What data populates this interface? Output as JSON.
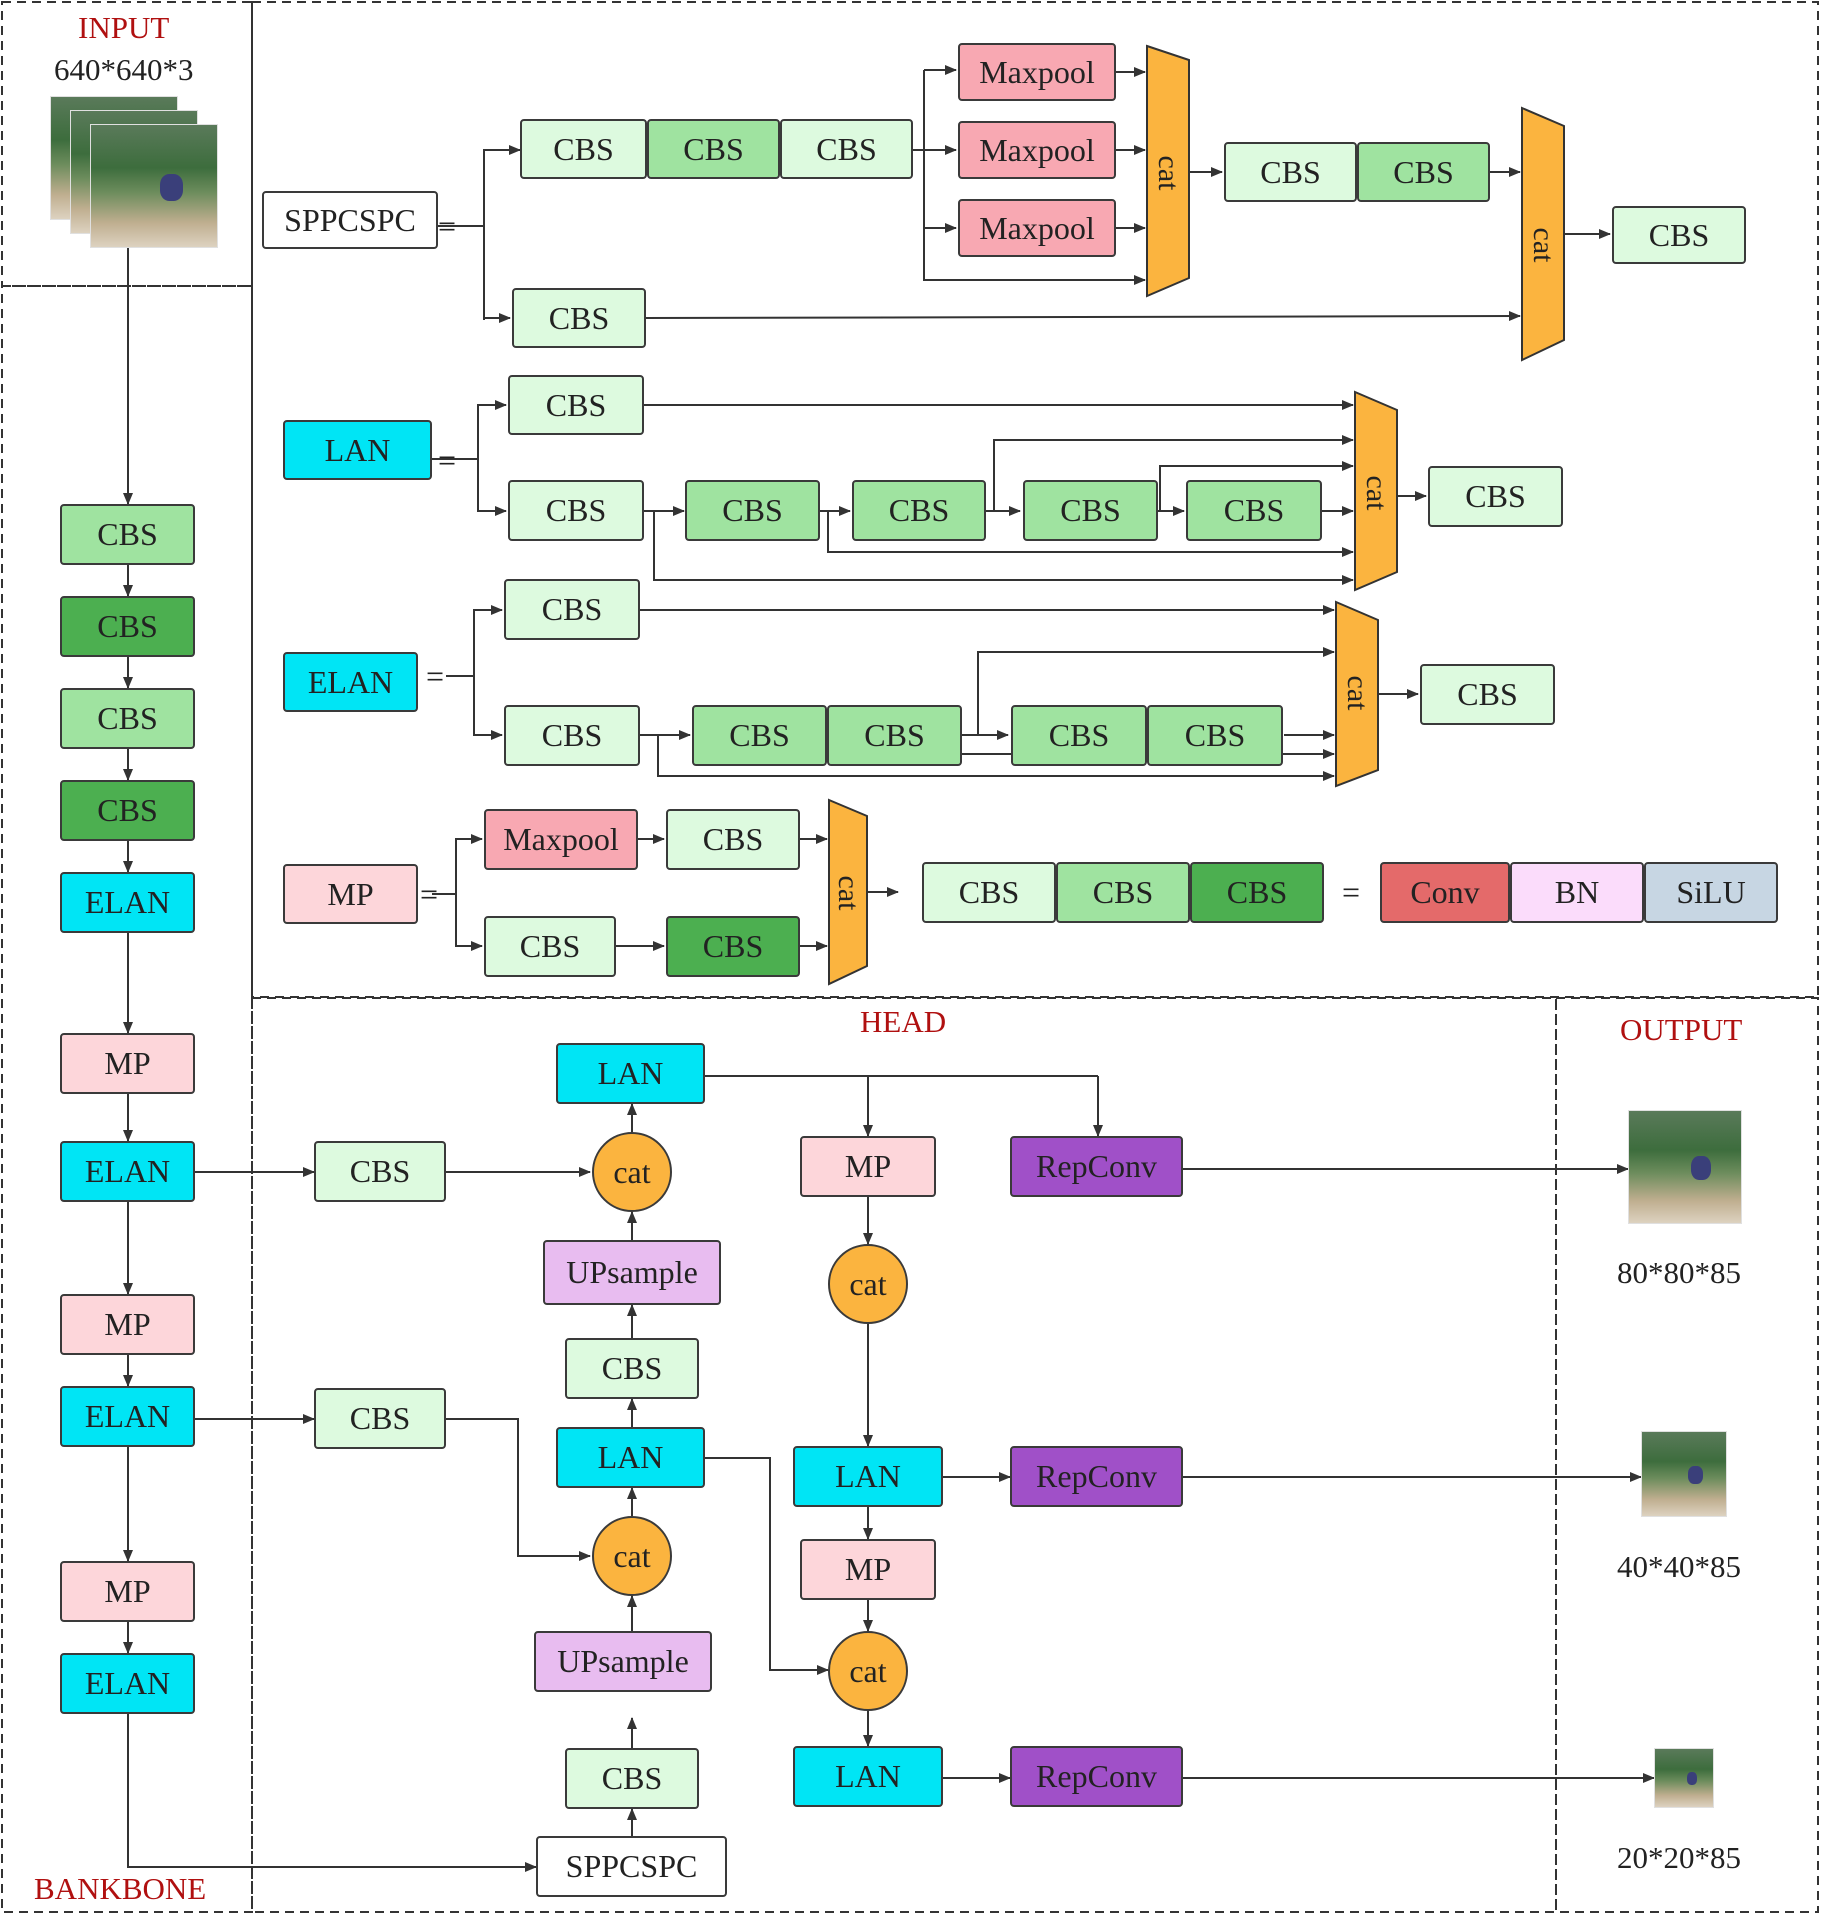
{
  "sections": {
    "input": "INPUT",
    "backbone": "BANKBONE",
    "head": "HEAD",
    "output": "OUTPUT"
  },
  "input_size": "640*640*3",
  "output_sizes": [
    "80*80*85",
    "40*40*85",
    "20*20*85"
  ],
  "labels": {
    "cbs": "CBS",
    "elan": "ELAN",
    "lan": "LAN",
    "mp": "MP",
    "maxpool": "Maxpool",
    "cat": "cat",
    "sppcspc": "SPPCSPC",
    "upsample": "UPsample",
    "repconv": "RepConv",
    "conv": "Conv",
    "bn": "BN",
    "silu": "SiLU",
    "eq": "="
  },
  "colors": {
    "cbs_light": "#ddfadf",
    "cbs_mid": "#9fe3a0",
    "cbs_dark": "#4caf50",
    "elan_lan": "#00e5f5",
    "mp": "#fdd6da",
    "maxpool": "#f8a8b2",
    "upsample": "#e8bcf0",
    "repconv": "#a050c8",
    "cat": "#fbb43f",
    "conv": "#e46a6a",
    "bn": "#fbdcfb",
    "silu": "#c7d6e3",
    "section_title": "#b01010"
  }
}
